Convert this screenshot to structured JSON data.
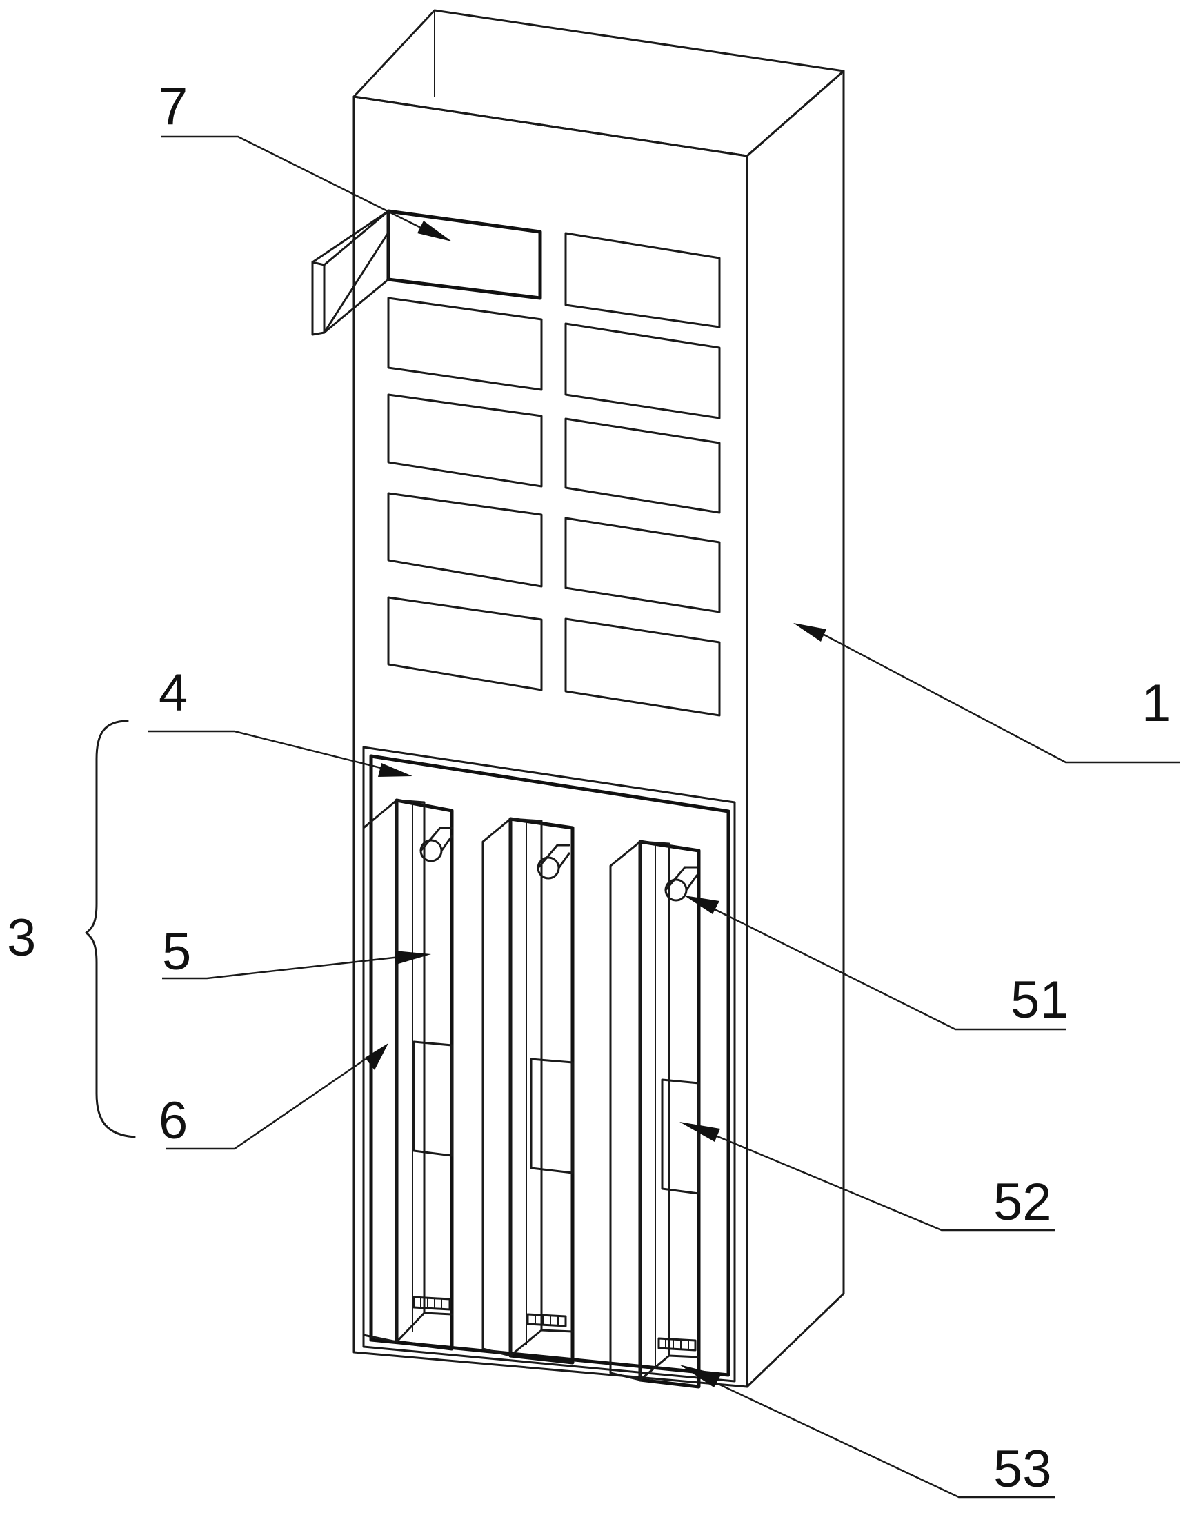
{
  "labels": {
    "l1": "1",
    "l3": "3",
    "l4": "4",
    "l5": "5",
    "l6": "6",
    "l7": "7",
    "l51": "51",
    "l52": "52",
    "l53": "53"
  },
  "colors": {
    "line": "#1a1a1a",
    "background": "#ffffff"
  }
}
